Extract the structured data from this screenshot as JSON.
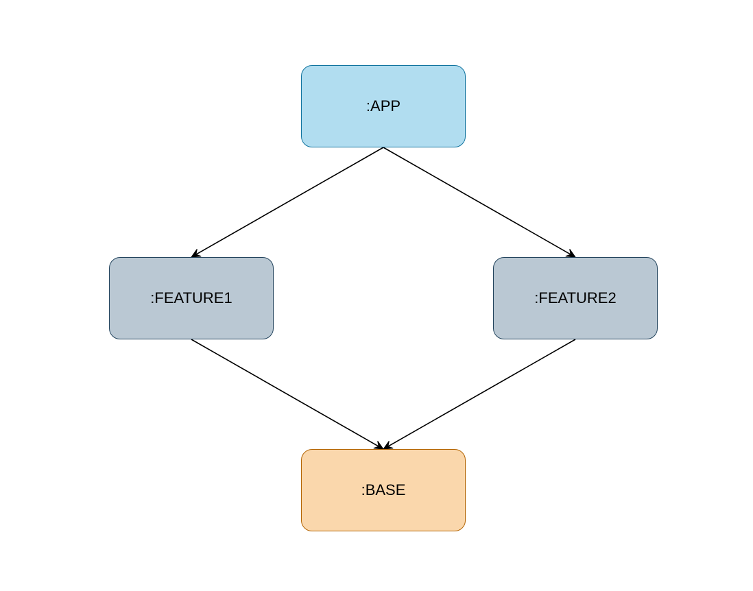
{
  "diagram": {
    "nodes": [
      {
        "id": "app",
        "label": ":APP",
        "fill": "#b1ddf0",
        "stroke": "#10739e"
      },
      {
        "id": "feature1",
        "label": ":FEATURE1",
        "fill": "#bac8d3",
        "stroke": "#23445d"
      },
      {
        "id": "feature2",
        "label": ":FEATURE2",
        "fill": "#bac8d3",
        "stroke": "#23445d"
      },
      {
        "id": "base",
        "label": ":BASE",
        "fill": "#fad7ac",
        "stroke": "#b46504"
      }
    ],
    "edges": [
      {
        "from": "app",
        "to": "feature1"
      },
      {
        "from": "app",
        "to": "feature2"
      },
      {
        "from": "feature1",
        "to": "base"
      },
      {
        "from": "feature2",
        "to": "base"
      }
    ],
    "edge_color": "#000000"
  }
}
